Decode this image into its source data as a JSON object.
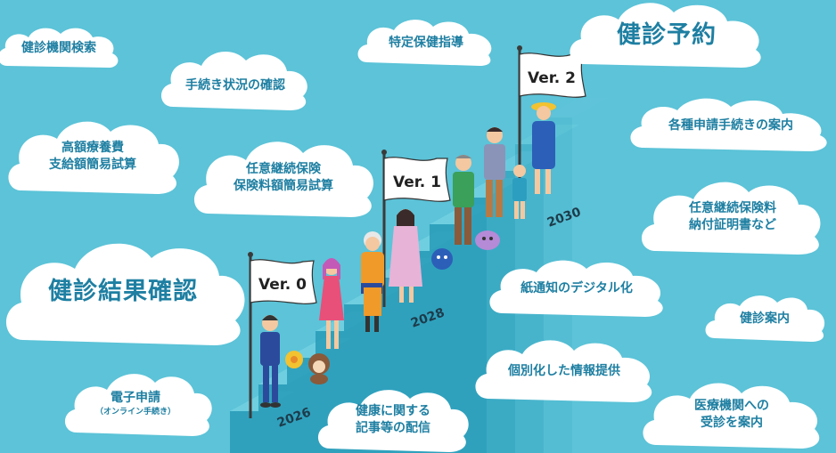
{
  "clouds": {
    "kenshin_kikan": "健診機関検索",
    "tetsuzuki_jokyo": "手続き状況の確認",
    "tokutei_hoken": "特定保健指導",
    "kenshin_yoyaku": "健診予約",
    "kogaku_1": "高額療養費",
    "kogaku_2": "支給額簡易試算",
    "nini_1": "任意継続保険",
    "nini_2": "保険料額簡易試算",
    "kakushu_shinsei": "各種申請手続きの案内",
    "nofu_1": "任意継続保険料",
    "nofu_2": "納付証明書など",
    "kenshin_kekka": "健診結果確認",
    "kami_tsuchi": "紙通知のデジタル化",
    "kenshin_annai": "健診案内",
    "denshi_shinsei": "電子申請",
    "denshi_shinsei_sub": "（オンライン手続き）",
    "kobetsu": "個別化した情報提供",
    "kiji_1": "健康に関する",
    "kiji_2": "記事等の配信",
    "iryo_1": "医療機関への",
    "iryo_2": "受診を案内"
  },
  "flags": {
    "ver0": "Ver. 0",
    "ver1": "Ver. 1",
    "ver2": "Ver. 2"
  },
  "years": {
    "y2026": "2026",
    "y2028": "2028",
    "y2030": "2030"
  },
  "colors": {
    "background": "#5cc3d8",
    "cloud": "#ffffff",
    "cloud_text": "#1e7fa2",
    "stairs_top": "#6fcfe0",
    "stairs_front": "#2a9dba"
  }
}
